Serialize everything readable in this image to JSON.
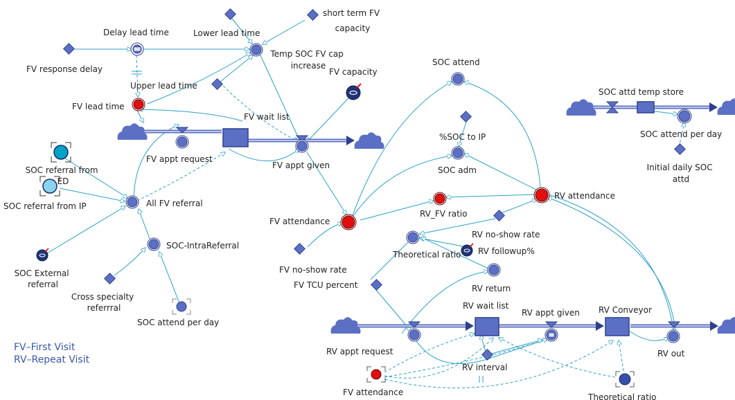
{
  "labels": {
    "fv_response_delay": "FV response delay",
    "delay_lead_time": "Delay lead time",
    "lower_lead_time": "Lower lead time",
    "short_term_fv_capacity": [
      "short term FV",
      "capacity"
    ],
    "temp_soc_fv_cap": [
      "Temp SOC FV cap",
      "increase"
    ],
    "upper_lead_time": "Upper lead time",
    "fv_capacity": "FV capacity",
    "fv_lead_time": "FV lead time",
    "fv_wait_list": "FV wait list",
    "soc_referral_from_ed": [
      "SOC referral from",
      "ED"
    ],
    "fv_appt_request": "FV appt request",
    "fv_appt_given": "FV appt given",
    "soc_referral_from_ip": "SOC referral from IP",
    "all_fv_referral": "All FV referral",
    "soc_intra_referral": "SOC-IntraReferral",
    "soc_external_referral": [
      "SOC External",
      "referral"
    ],
    "cross_specialty_referral": [
      "Cross specialty",
      "referrral"
    ],
    "soc_attend_per_day_left": "SOC attend per day",
    "soc_attend": "SOC attend",
    "pct_soc_to_ip": "%SOC to IP",
    "soc_adm": "SOC adm",
    "rv_fv_ratio": "RV_FV ratio",
    "rv_attendance": "RV attendance",
    "fv_attendance": "FV attendance",
    "fv_no_show_rate": "FV no-show rate",
    "rv_no_show_rate": "RV no-show rate",
    "theoretical_ratio": "Theoretical ratio",
    "rv_followup_pct": "RV followup%",
    "fv_tcu_percent": "FV TCU percent",
    "rv_return": "RV return",
    "soc_attd_temp_store": "SOC attd temp store",
    "soc_attend_per_day_right": "SOC attend per day",
    "initial_daily_soc_attd": [
      "Initial daily SOC",
      "attd"
    ],
    "rv_wait_list": "RV wait list",
    "rv_appt_given": "RV appt given",
    "rv_conveyor": "RV Conveyor",
    "rv_appt_request": "RV appt request",
    "rv_out": "RV out",
    "rv_interval": "RV interval",
    "fv_attendance_ghost": "FV attendance",
    "theoretical_ratio_ghost": "Theoretical ratio"
  },
  "legend": {
    "fv": "FV–First Visit",
    "rv": "RV–Repeat Visit"
  },
  "colors": {
    "link": "#2aa0c8",
    "node": "#5b70c4",
    "node_stroke": "#2f3f8c",
    "alert": "#e01010",
    "legend": "#3a58a8"
  }
}
